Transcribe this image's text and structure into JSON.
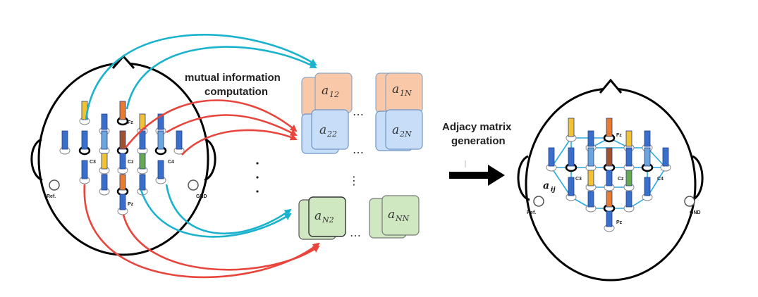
{
  "labels": {
    "mi_line1": "mutual information",
    "mi_line2": "computation",
    "adj_line1": "Adjacy matrix",
    "adj_line2": "generation"
  },
  "electrodes": {
    "fz": "Fz",
    "cz": "Cz",
    "pz": "Pz",
    "c3": "C3",
    "c4": "C4",
    "ref": "Ref.",
    "gnd": "GND"
  },
  "matrix_cells": {
    "a12": {
      "sym": "a",
      "sub": "12",
      "color": "#f9c8a8"
    },
    "a1N": {
      "sym": "a",
      "sub": "1N",
      "color": "#f9c8a8"
    },
    "a22": {
      "sym": "a",
      "sub": "22",
      "color": "#c8ddf7"
    },
    "a2N": {
      "sym": "a",
      "sub": "2N",
      "color": "#c8ddf7"
    },
    "aN2": {
      "sym": "a",
      "sub": "N2",
      "color": "#cfe8c2"
    },
    "aNN": {
      "sym": "a",
      "sub": "NN",
      "color": "#cfe8c2"
    }
  },
  "ellipses": {
    "h": "…",
    "v": "⋮"
  },
  "aij": {
    "sym": "a",
    "sub": "ij"
  },
  "colors": {
    "arrow_cyan": "#1ab2cc",
    "arrow_red": "#e8453c",
    "bar_blue": "#3a6fc9",
    "bar_light_blue": "#6ea6dc",
    "bar_yellow": "#f2c230",
    "bar_orange": "#e87b2c",
    "bar_brown": "#a0522d",
    "bar_green": "#6aa84f",
    "network_edge": "#2aa9e0"
  }
}
